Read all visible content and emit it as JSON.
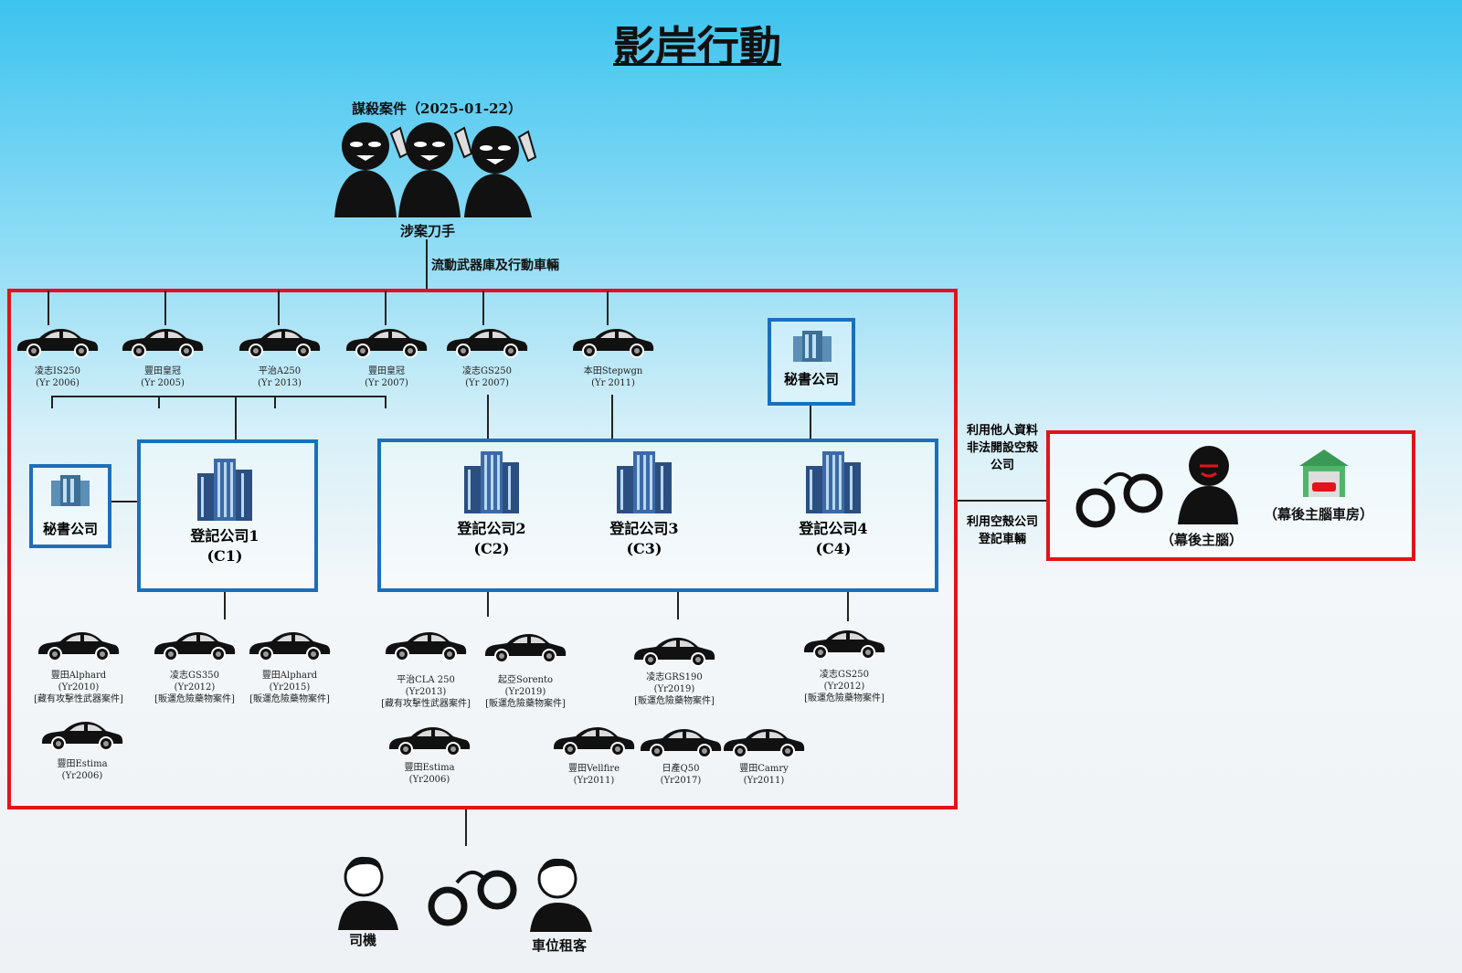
{
  "title": "影岸行動",
  "case_label": "謀殺案件（2025-01-22）",
  "knifemen_label": "涉案刀手",
  "arsenal_label": "流動武器庫及行動車輛",
  "secretary_label": "秘書公司",
  "companies": [
    {
      "name": "登記公司1",
      "code": "(C1)"
    },
    {
      "name": "登記公司2",
      "code": "(C2)"
    },
    {
      "name": "登記公司3",
      "code": "(C3)"
    },
    {
      "name": "登記公司4",
      "code": "(C4)"
    }
  ],
  "top_cars": [
    {
      "model": "凌志IS250",
      "year": "(Yr 2006)"
    },
    {
      "model": "豐田皇冠",
      "year": "(Yr 2005)"
    },
    {
      "model": "平治A250",
      "year": "(Yr 2013)"
    },
    {
      "model": "豐田皇冠",
      "year": "(Yr 2007)"
    },
    {
      "model": "凌志GS250",
      "year": "(Yr 2007)"
    },
    {
      "model": "本田Stepwgn",
      "year": "(Yr 2011)"
    }
  ],
  "bottom_cars": [
    {
      "model": "豐田Alphard",
      "year": "(Yr2010)",
      "case": "[藏有攻擊性武器案件]"
    },
    {
      "model": "凌志GS350",
      "year": "(Yr2012)",
      "case": "[販運危險藥物案件]"
    },
    {
      "model": "豐田Alphard",
      "year": "(Yr2015)",
      "case": "[販運危險藥物案件]"
    },
    {
      "model": "豐田Estima",
      "year": "(Yr2006)"
    },
    {
      "model": "平治CLA 250",
      "year": "(Yr2013)",
      "case": "[藏有攻擊性武器案件]"
    },
    {
      "model": "起亞Sorento",
      "year": "(Yr2019)",
      "case": "[販運危險藥物案件]"
    },
    {
      "model": "豐田Estima",
      "year": "(Yr2006)"
    },
    {
      "model": "凌志GRS190",
      "year": "(Yr2019)",
      "case": "[販運危險藥物案件]"
    },
    {
      "model": "豐田Vellfire",
      "year": "(Yr2011)"
    },
    {
      "model": "日產Q50",
      "year": "(Yr2017)"
    },
    {
      "model": "豐田Camry",
      "year": "(Yr2011)"
    },
    {
      "model": "凌志GS250",
      "year": "(Yr2012)",
      "case": "[販運危險藥物案件]"
    }
  ],
  "side_text_1": "利用他人資料非法開設空殼公司",
  "side_text_2": "利用空殼公司登記車輛",
  "mastermind_label": "（幕後主腦）",
  "garage_label": "（幕後主腦車房）",
  "driver_label": "司機",
  "tenant_label": "車位租客",
  "colors": {
    "red": "#e3131b",
    "blue": "#1a6fbd"
  }
}
